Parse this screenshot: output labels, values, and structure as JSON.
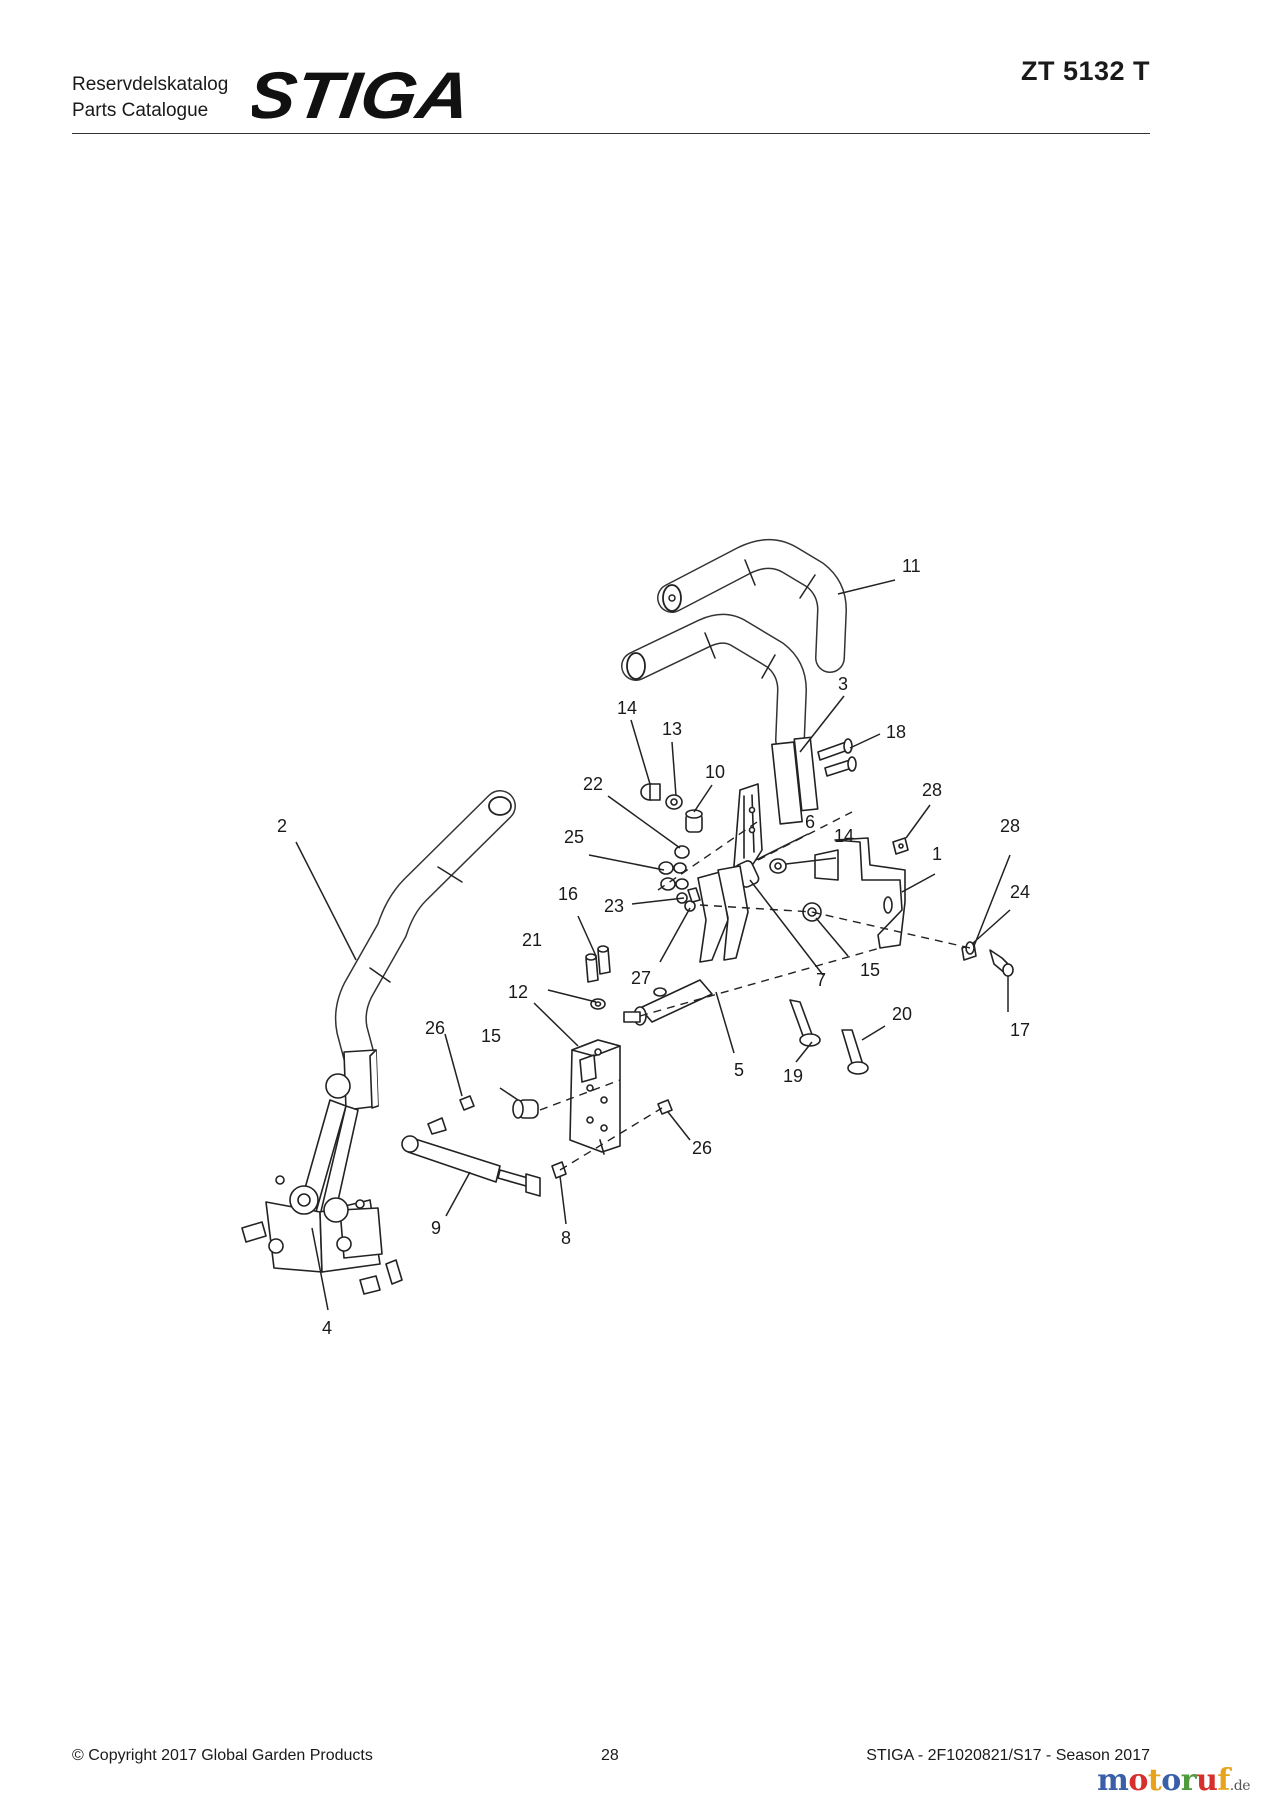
{
  "header": {
    "subtitle_sv": "Reservdelskatalog",
    "subtitle_en": "Parts Catalogue",
    "brand": "STIGA",
    "model": "ZT 5132 T"
  },
  "callouts": [
    {
      "id": "c11a",
      "label": "11"
    },
    {
      "id": "c3",
      "label": "3"
    },
    {
      "id": "c14a",
      "label": "14"
    },
    {
      "id": "c13",
      "label": "13"
    },
    {
      "id": "c18",
      "label": "18"
    },
    {
      "id": "c10",
      "label": "10"
    },
    {
      "id": "c22",
      "label": "22"
    },
    {
      "id": "c28a",
      "label": "28"
    },
    {
      "id": "c2",
      "label": "2"
    },
    {
      "id": "c6",
      "label": "6"
    },
    {
      "id": "c28b",
      "label": "28"
    },
    {
      "id": "c25",
      "label": "25"
    },
    {
      "id": "c14b",
      "label": "14"
    },
    {
      "id": "c1",
      "label": "1"
    },
    {
      "id": "c24",
      "label": "24"
    },
    {
      "id": "c16",
      "label": "16"
    },
    {
      "id": "c23",
      "label": "23"
    },
    {
      "id": "c21",
      "label": "21"
    },
    {
      "id": "c15a",
      "label": "15"
    },
    {
      "id": "c7",
      "label": "7"
    },
    {
      "id": "c27",
      "label": "27"
    },
    {
      "id": "c12",
      "label": "12"
    },
    {
      "id": "c20",
      "label": "20"
    },
    {
      "id": "c17",
      "label": "17"
    },
    {
      "id": "c26a",
      "label": "26"
    },
    {
      "id": "c15b",
      "label": "15"
    },
    {
      "id": "c5",
      "label": "5"
    },
    {
      "id": "c19",
      "label": "19"
    },
    {
      "id": "c26b",
      "label": "26"
    },
    {
      "id": "c9",
      "label": "9"
    },
    {
      "id": "c8",
      "label": "8"
    },
    {
      "id": "c4",
      "label": "4"
    }
  ],
  "footer": {
    "copyright": "© Copyright 2017 Global Garden Products",
    "page": "28",
    "docref": "STIGA - 2F1020821/S17 - Season 2017"
  },
  "watermark": {
    "letters": [
      "m",
      "o",
      "t",
      "o",
      "r",
      "u",
      "f"
    ],
    "tld": ".de",
    "colors": [
      "#3a5fa8",
      "#d6302c",
      "#e8a31c",
      "#3a5fa8",
      "#4f9a3d",
      "#d6302c",
      "#e8a31c"
    ]
  },
  "colors": {
    "text": "#1a1a1a",
    "rule": "#333333"
  }
}
